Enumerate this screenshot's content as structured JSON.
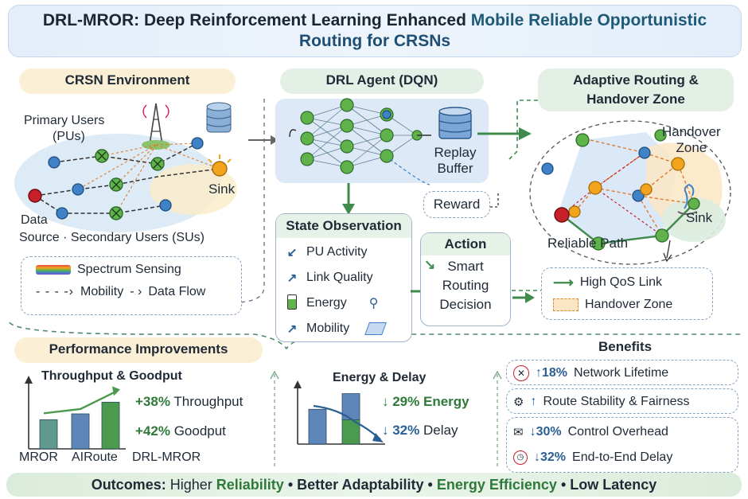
{
  "title": {
    "part1": "DRL-MROR: Deep Reinforcement Learning Enhanced ",
    "part2": "Mobile Reliable Opportunistic",
    "line2": "Routing for CRSNs"
  },
  "crsn": {
    "header": "CRSN Environment",
    "primary_users": "Primary Users",
    "primary_users_abbr": "(PUs)",
    "sink": "Sink",
    "data": "Data",
    "source_secondary": "Source · Secondary Users (SUs)",
    "legend": {
      "spectrum": "Spectrum Sensing",
      "mobility": "Mobility",
      "data_flow": "Data Flow"
    }
  },
  "agent": {
    "header": "DRL Agent (DQN)",
    "replay_line1": "Replay",
    "replay_line2": "Buffer",
    "reward": "Reward"
  },
  "state": {
    "header": "State Observation",
    "items": [
      "PU Activity",
      "Link Quality",
      "Energy",
      "Mobility"
    ]
  },
  "action": {
    "header": "Action",
    "line1": "Smart",
    "line2": "Routing",
    "line3": "Decision"
  },
  "adaptive": {
    "header_line1": "Adaptive Routing &",
    "header_line2": "Handover Zone",
    "handover_line1": "Handover",
    "handover_line2": "Zone",
    "sink": "Sink",
    "reliable_path": "Reliable Path",
    "legend": {
      "high_qos": "High QoS Link",
      "handover": "Handover Zone"
    }
  },
  "performance": {
    "header": "Performance Improvements",
    "throughput_title": "Throughput & Goodput",
    "throughput_pct": "+38%",
    "throughput_label": "Throughput",
    "goodput_pct": "+42%",
    "goodput_label": "Goodput",
    "categories": [
      "MROR",
      "AIRoute",
      "DRL-MROR"
    ],
    "energy_title": "Energy & Delay",
    "energy_pct": "↓ 29%",
    "energy_label": "Energy",
    "delay_pct": "↓ 32%",
    "delay_label": "Delay"
  },
  "chart_data": [
    {
      "type": "bar",
      "title": "Throughput & Goodput",
      "categories": [
        "MROR",
        "AIRoute",
        "DRL-MROR"
      ],
      "values": [
        1.0,
        1.2,
        1.6
      ],
      "xlabel": "",
      "ylabel": ""
    },
    {
      "type": "bar",
      "title": "Energy & Delay",
      "categories": [
        "",
        "",
        ""
      ],
      "values": [
        1.0,
        1.45,
        0.7
      ],
      "xlabel": "",
      "ylabel": ""
    }
  ],
  "benefits": {
    "header": "Benefits",
    "items": [
      {
        "pct": "↑18%",
        "label": "Network Lifetime"
      },
      {
        "pct": "↑",
        "label": "Route Stability & Fairness"
      },
      {
        "pct": "↓30%",
        "label": "Control Overhead"
      },
      {
        "pct": "↓32%",
        "label": "End-to-End Delay"
      }
    ]
  },
  "outcomes": {
    "label": "Outcomes:",
    "higher": "Higher",
    "reliability": "Reliability",
    "sep": "•",
    "adaptability": "Better Adaptability",
    "energy": "Energy Efficiency",
    "latency": "Low Latency"
  },
  "colors": {
    "green": "#2f7a3a",
    "blue": "#2a5f95",
    "node_blue": "#3f82c8",
    "node_green": "#5fb34a",
    "node_orange": "#f2a51c",
    "node_red": "#c8202a",
    "panel_cream": "#fbefd6",
    "panel_mint": "#dcece0"
  }
}
